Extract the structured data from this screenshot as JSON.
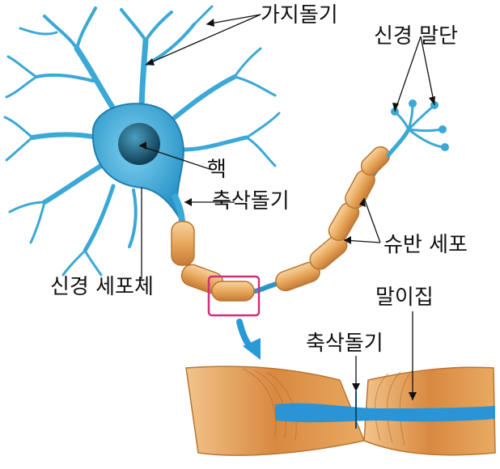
{
  "labels": {
    "dendrites": "가지돌기",
    "axon_terminals": "신경 말단",
    "nucleus": "핵",
    "axon_top": "축삭돌기",
    "schwann_cells": "슈반 세포",
    "cell_body": "신경 세포체",
    "myelin_sheath": "말이집",
    "axon_zoom": "축삭돌기"
  },
  "colors": {
    "neuron": "#3ba8d6",
    "neuron_dark": "#1f7fb0",
    "myelin": "#e8b070",
    "myelin_dark": "#c98642",
    "highlight_box": "#d0307a",
    "zoom_arrow": "#2a9ad6"
  }
}
